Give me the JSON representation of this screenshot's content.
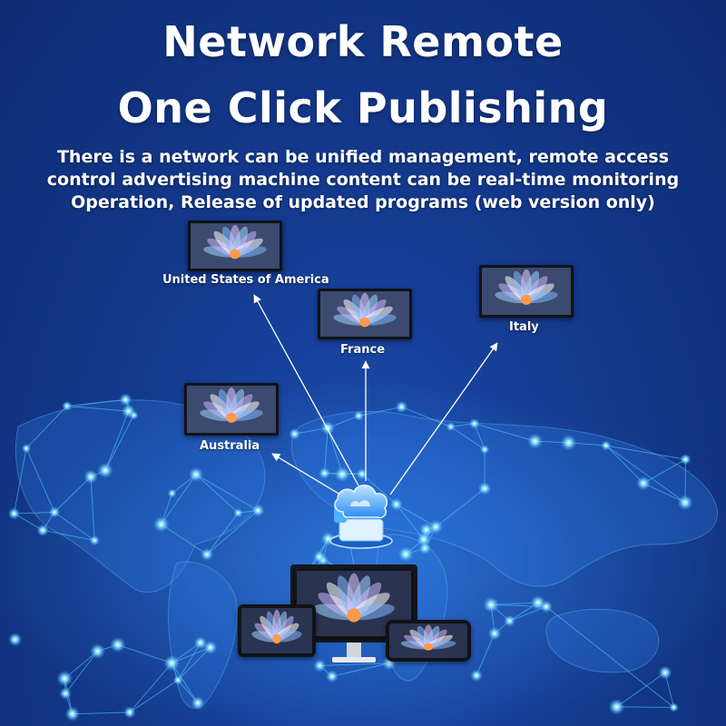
{
  "header": {
    "title_line1": "Network Remote",
    "title_line2": "One Click Publishing",
    "description_lines": [
      "There is a network can be unified management, remote access",
      "control advertising machine content can be real-time monitoring",
      "Operation, Release of updated programs (web version only)"
    ]
  },
  "locations": [
    {
      "id": "usa",
      "label": "United States of America"
    },
    {
      "id": "france",
      "label": "France"
    },
    {
      "id": "italy",
      "label": "Italy"
    },
    {
      "id": "australia",
      "label": "Australia"
    }
  ],
  "colors": {
    "background": "#143a8e",
    "network_glow": "#5ad2ff",
    "text": "#ffffff",
    "cloud": "#3aa8ff"
  },
  "icons": [
    "cloud-server-icon",
    "monitor-icon",
    "tablet-icon",
    "phone-icon",
    "world-map-icon"
  ]
}
